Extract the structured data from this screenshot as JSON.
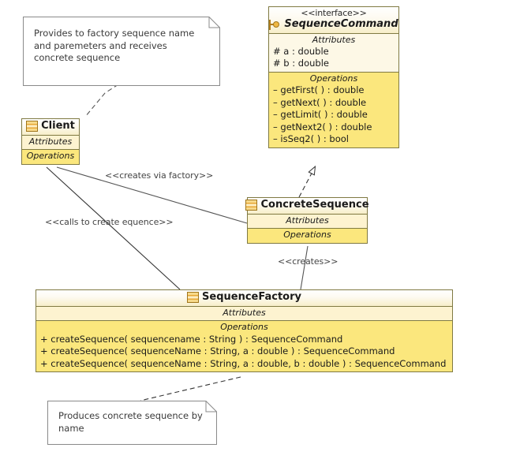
{
  "diagram": {
    "title": "Sequence Factory UML Class Diagram",
    "colors": {
      "box_border": "#807a43",
      "header_gradient_top": "#ffffff",
      "header_gradient_bottom": "#f7eec8",
      "attributes_fill": "#fdf8e6",
      "operations_fill": "#fbe77d",
      "note_border": "#8a8a8a",
      "note_fill": "#ffffff",
      "edge_line": "#4a4a4a",
      "class_icon": "#e8a735",
      "interface_icon": "#f0b843"
    }
  },
  "interface_box": {
    "stereotype": "<<interface>>",
    "name": "SequenceCommand",
    "icon": "interface-lollipop-icon",
    "attributes_label": "Attributes",
    "attributes": [
      "# a : double",
      "# b : double"
    ],
    "operations_label": "Operations",
    "operations": [
      "– getFirst(  ) : double",
      "– getNext(  ) : double",
      "– getLimit(  ) : double",
      "– getNext2(  ) : double",
      "– isSeq2(  ) : bool"
    ]
  },
  "client_box": {
    "name": "Client",
    "icon": "class-icon",
    "attributes_label": "Attributes",
    "attributes": [],
    "operations_label": "Operations",
    "operations": []
  },
  "concrete_sequence_box": {
    "name": "ConcreteSequence",
    "icon": "class-icon",
    "attributes_label": "Attributes",
    "attributes": [],
    "operations_label": "Operations",
    "operations": []
  },
  "sequence_factory_box": {
    "name": "SequenceFactory",
    "icon": "class-icon",
    "attributes_label": "Attributes",
    "attributes": [],
    "operations_label": "Operations",
    "operations": [
      "+ createSequence( sequencename : String ) : SequenceCommand",
      "+ createSequence( sequenceName : String, a : double ) : SequenceCommand",
      "+ createSequence( sequenceName : String, a : double, b : double ) : SequenceCommand"
    ]
  },
  "notes": [
    {
      "id": "note-client",
      "text": "Provides to factory sequence name and paremeters and receives concrete sequence"
    },
    {
      "id": "note-factory",
      "text": "Produces concrete sequence by name"
    }
  ],
  "edge_labels": [
    {
      "id": "creates-via-factory",
      "text": "<<creates via factory>>"
    },
    {
      "id": "calls-to-create-sequence",
      "text": "<<calls to create equence>>"
    },
    {
      "id": "creates",
      "text": "<<creates>>"
    }
  ]
}
